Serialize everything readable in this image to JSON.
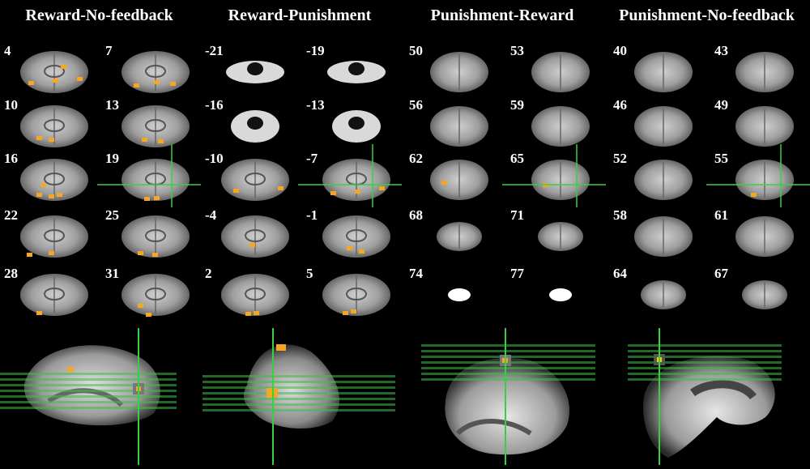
{
  "colors": {
    "background": "#000000",
    "brain": "#bdbdbd",
    "activation": "#f5a623",
    "crosshair": "#38d040"
  },
  "panels": [
    {
      "title": "Reward-No-feedback",
      "slices": [
        "4",
        "7",
        "10",
        "13",
        "16",
        "19",
        "22",
        "25",
        "28",
        "31"
      ],
      "view": "axial"
    },
    {
      "title": "Reward-Punishment",
      "slices": [
        "-21",
        "-19",
        "-16",
        "-13",
        "-10",
        "-7",
        "-4",
        "-1",
        "2",
        "5"
      ],
      "view": "axial"
    },
    {
      "title": "Punishment-Reward",
      "slices": [
        "50",
        "53",
        "56",
        "59",
        "62",
        "65",
        "68",
        "71",
        "74",
        "77"
      ],
      "view": "axial-top"
    },
    {
      "title": "Punishment-No-feedback",
      "slices": [
        "40",
        "43",
        "46",
        "49",
        "52",
        "55",
        "58",
        "61",
        "64",
        "67"
      ],
      "view": "axial-top"
    }
  ]
}
